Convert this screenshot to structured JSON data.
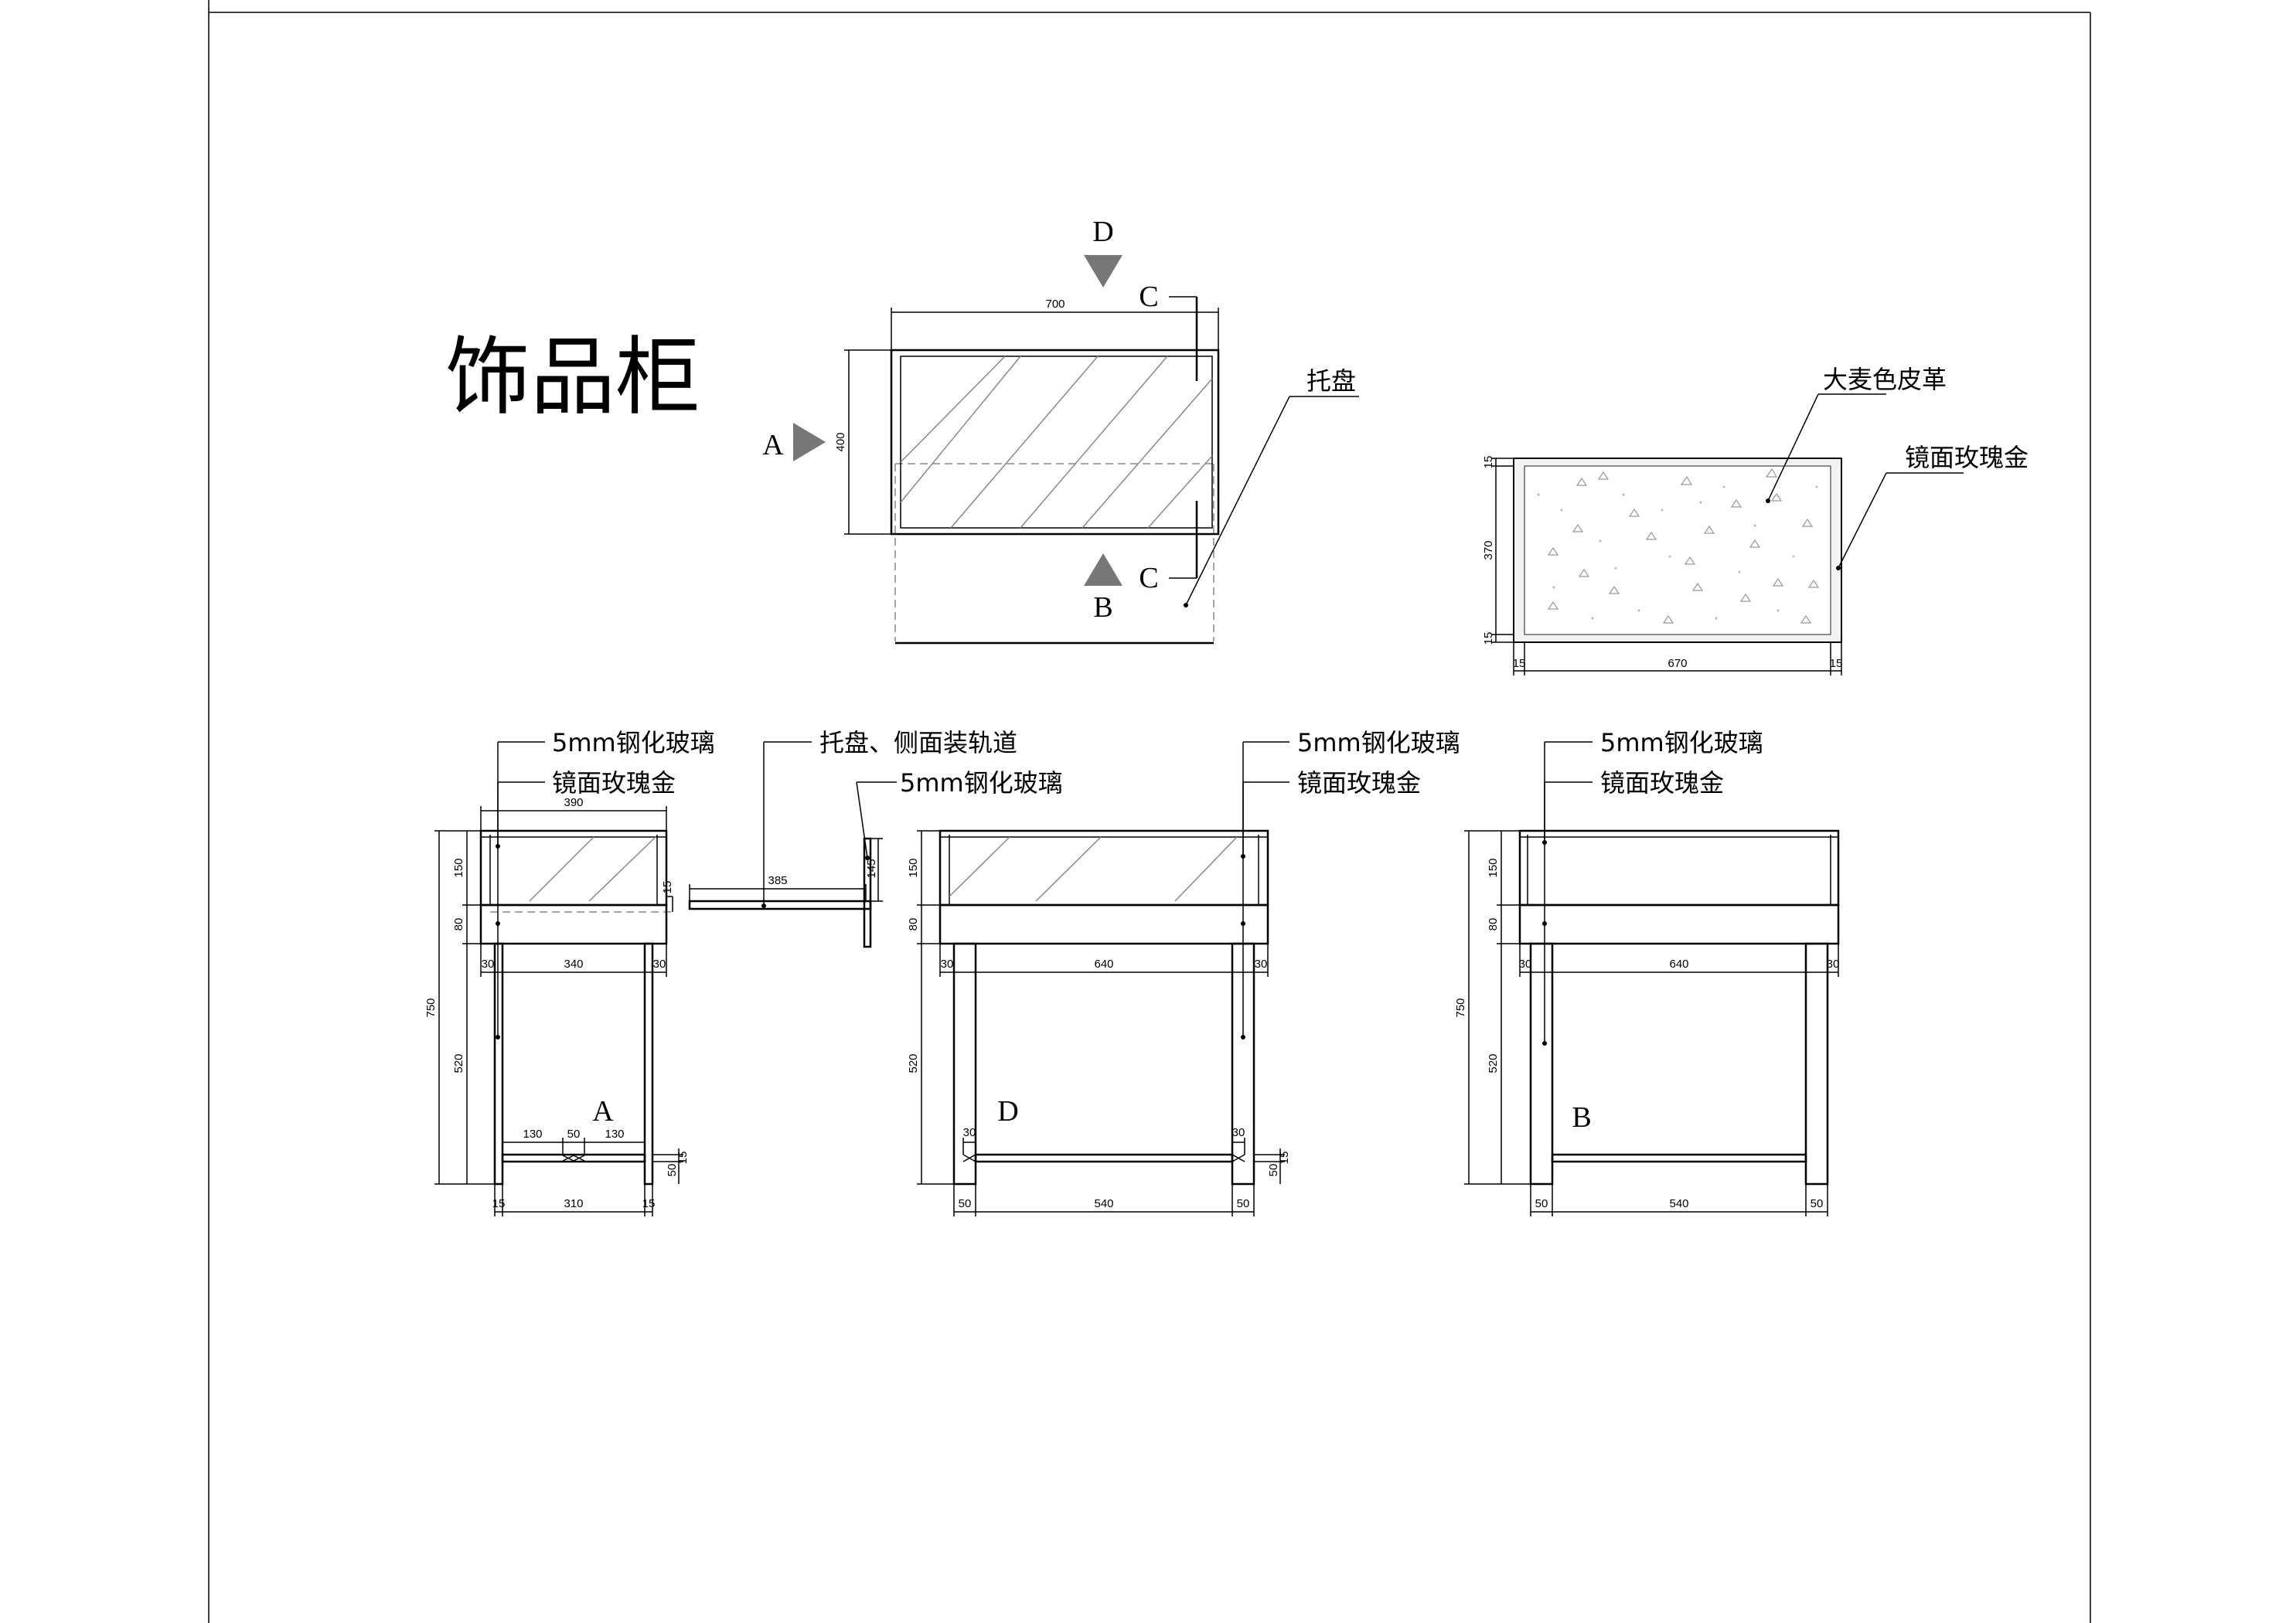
{
  "title": "饰品柜",
  "markers": {
    "a": "A",
    "b": "B",
    "c": "C",
    "d": "D"
  },
  "labels": {
    "tray": "托盘",
    "leather": "大麦色皮革",
    "rose_gold": "镜面玫瑰金",
    "glass": "5mm钢化玻璃",
    "tray_rail": "托盘、侧面装轨道"
  },
  "plan_dims": {
    "width": "700",
    "depth": "400"
  },
  "tray_plan_dims": {
    "side_a": "15",
    "inner_depth": "370",
    "side_b": "15",
    "end_a": "15",
    "inner_width": "670",
    "end_b": "15"
  },
  "view_a_dims": {
    "top_width": "390",
    "total_height": "750",
    "glass_height": "150",
    "frame_height": "80",
    "leg_height": "520",
    "frame_left": "30",
    "frame_mid": "340",
    "frame_right": "30",
    "rail_a": "130",
    "rail_b": "50",
    "rail_c": "130",
    "rail_h1": "50",
    "rail_h2": "15",
    "base_left": "15",
    "base_mid": "310",
    "base_right": "15"
  },
  "section_c_dims": {
    "length": "385",
    "height": "145",
    "edge": "15"
  },
  "view_d_dims": {
    "glass_height": "150",
    "frame_height": "80",
    "leg_height": "520",
    "frame_left": "30",
    "frame_mid": "640",
    "frame_right": "30",
    "rail_left": "30",
    "rail_right": "30",
    "rail_h1": "50",
    "rail_h2": "15",
    "base_left": "50",
    "base_mid": "540",
    "base_right": "50"
  },
  "view_b_dims": {
    "total_height": "750",
    "glass_height": "150",
    "frame_height": "80",
    "leg_height": "520",
    "frame_left": "30",
    "frame_mid": "640",
    "frame_right": "30",
    "base_left": "50",
    "base_mid": "540",
    "base_right": "50"
  }
}
